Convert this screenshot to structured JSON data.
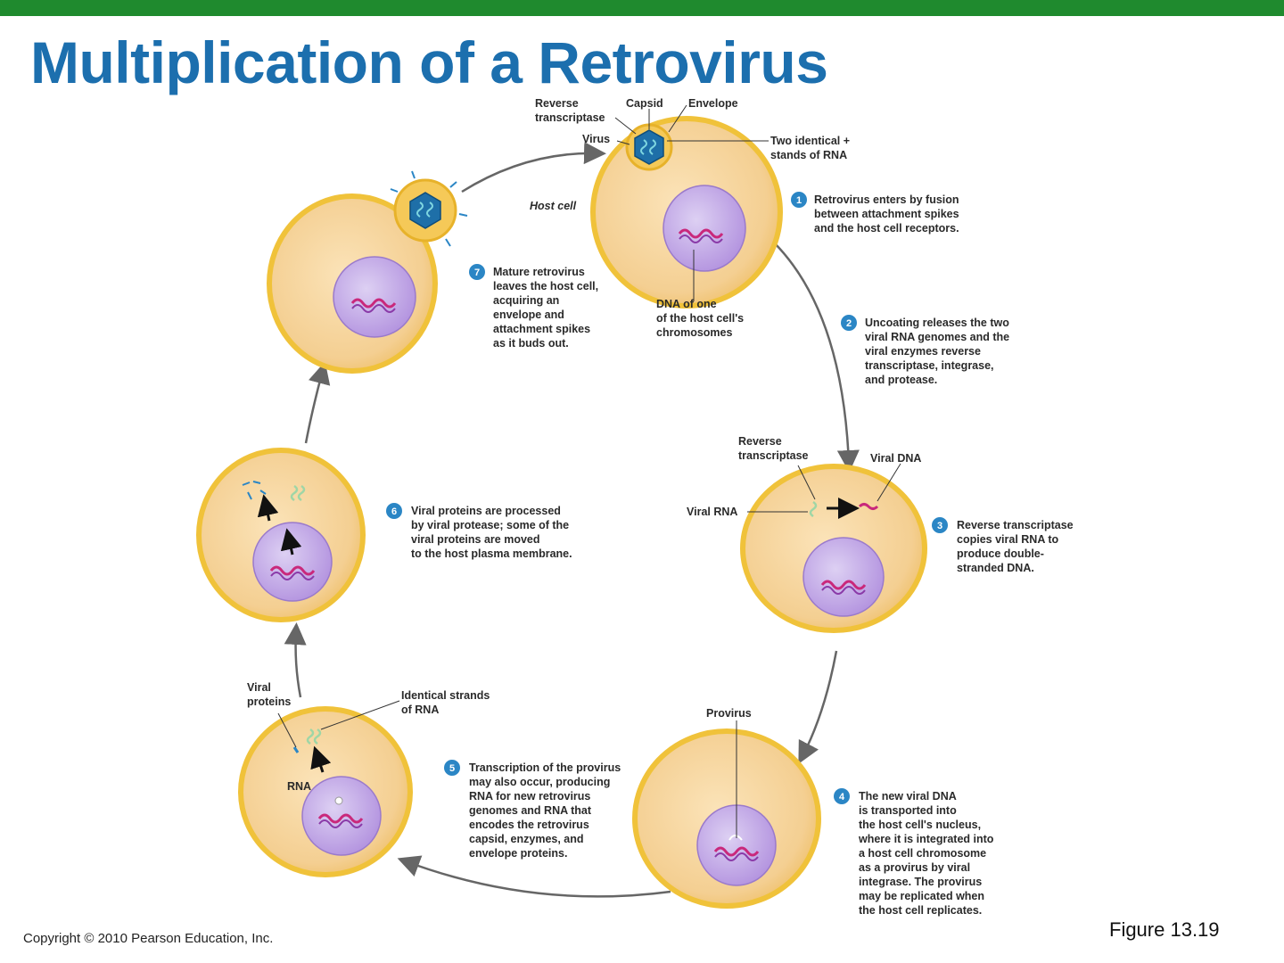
{
  "title": "Multiplication of a Retrovirus",
  "footer": {
    "copyright": "Copyright © 2010 Pearson Education, Inc.",
    "figure": "Figure 13.19"
  },
  "colors": {
    "title": "#1c6fae",
    "top_bar": "#1f8a2e",
    "cell_fill": "#f6d39a",
    "cell_edge": "#f0c23a",
    "nucleus": "#c3a8e6",
    "badge": "#2b86c5"
  },
  "labels": {
    "reverse_transcriptase_1": "Reverse",
    "reverse_transcriptase_2": "transcriptase",
    "capsid": "Capsid",
    "envelope": "Envelope",
    "virus": "Virus",
    "two_identical_1": "Two identical +",
    "two_identical_2": "stands of RNA",
    "host_cell": "Host cell",
    "dna_one_1": "DNA of one",
    "dna_one_2": "of the host cell's",
    "dna_one_3": "chromosomes",
    "rt2_1": "Reverse",
    "rt2_2": "transcriptase",
    "viral_dna": "Viral DNA",
    "viral_rna": "Viral RNA",
    "provirus": "Provirus",
    "viral_proteins_1": "Viral",
    "viral_proteins_2": "proteins",
    "identical_strands_1": "Identical strands",
    "identical_strands_2": "of RNA",
    "rna": "RNA"
  },
  "steps": [
    {
      "num": "1",
      "lines": [
        "Retrovirus enters by fusion",
        "between attachment spikes",
        "and the host cell receptors."
      ]
    },
    {
      "num": "2",
      "lines": [
        "Uncoating releases the two",
        "viral RNA genomes and the",
        "viral enzymes reverse",
        "transcriptase, integrase,",
        "and protease."
      ]
    },
    {
      "num": "3",
      "lines": [
        "Reverse transcriptase",
        "copies viral RNA to",
        "produce double-",
        "stranded DNA."
      ]
    },
    {
      "num": "4",
      "lines": [
        "The new viral DNA",
        "is transported into",
        "the host cell's nucleus,",
        "where it is integrated into",
        "a host cell chromosome",
        "as a provirus by viral",
        "integrase. The provirus",
        "may be replicated when",
        "the host cell replicates."
      ]
    },
    {
      "num": "5",
      "lines": [
        "Transcription of the provirus",
        "may also occur, producing",
        "RNA for new retrovirus",
        "genomes and RNA that",
        "encodes the retrovirus",
        "capsid, enzymes, and",
        "envelope proteins."
      ]
    },
    {
      "num": "6",
      "lines": [
        "Viral proteins are processed",
        "by viral protease; some of the",
        "viral proteins are moved",
        "to the host plasma membrane."
      ]
    },
    {
      "num": "7",
      "lines": [
        "Mature retrovirus",
        "leaves the host cell,",
        "acquiring an",
        "envelope and",
        "attachment spikes",
        "as it buds out."
      ]
    }
  ]
}
